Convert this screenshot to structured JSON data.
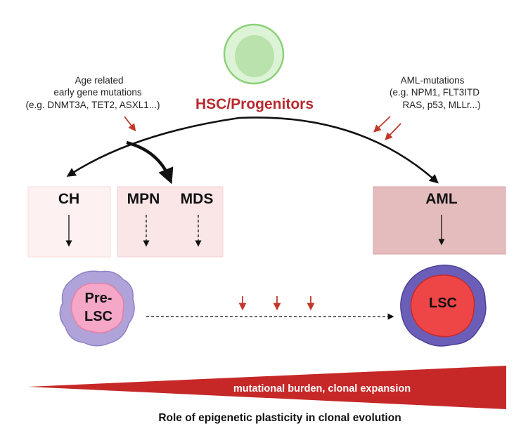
{
  "colors": {
    "title_red": "#b8292f",
    "arrow_red": "#c0392b",
    "triangle_red": "#c62828",
    "hsc_outer": "#ddf3d6",
    "hsc_inner": "#b9e2ad",
    "hsc_stroke": "#8cd07a",
    "prelsc_outer": "#b0a3d9",
    "prelsc_inner": "#f4a7c6",
    "lsc_outer": "#6b5eb8",
    "lsc_inner": "#ee4646",
    "box_light": "#fdf1f1",
    "box_mid": "#fae5e7",
    "box_aml": "#e5bcbe"
  },
  "title": "HSC/Progenitors",
  "left_annotation": [
    "Age related",
    "early gene mutations",
    "(e.g. DNMT3A, TET2, ASXL1...)"
  ],
  "right_annotation": [
    "AML-mutations",
    "(e.g. NPM1, FLT3ITD",
    "RAS, p53, MLLr...)"
  ],
  "boxes": {
    "ch": "CH",
    "mpn": "MPN",
    "mds": "MDS",
    "aml": "AML"
  },
  "cells": {
    "pre_lsc": [
      "Pre-",
      "LSC"
    ],
    "lsc": "LSC"
  },
  "triangle_label": "mutational burden, clonal expansion",
  "caption": "Role of epigenetic plasticity in clonal evolution"
}
